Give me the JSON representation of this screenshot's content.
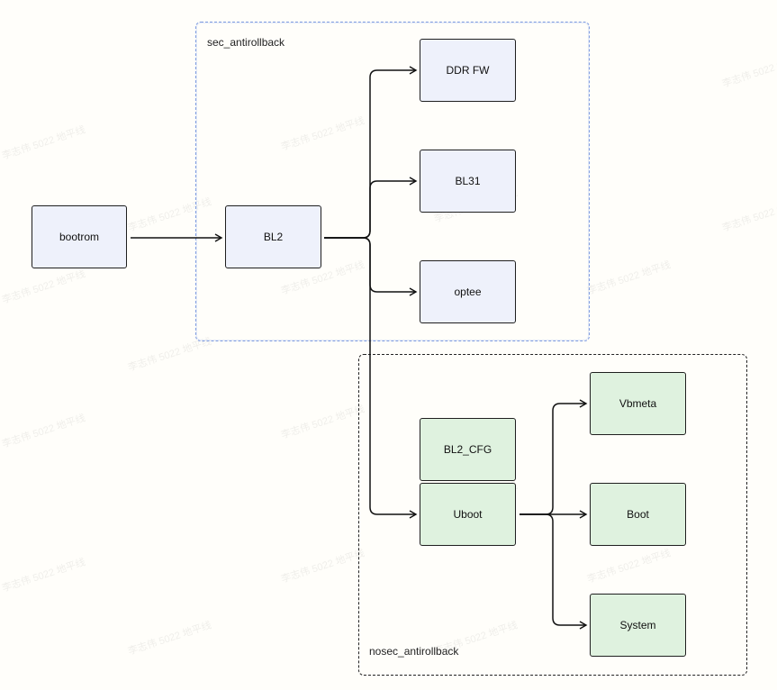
{
  "groups": {
    "sec": {
      "label": "sec_antirollback"
    },
    "nosec": {
      "label": "nosec_antirollback"
    }
  },
  "nodes": {
    "bootrom": "bootrom",
    "bl2": "BL2",
    "ddr_fw": "DDR FW",
    "bl31": "BL31",
    "optee": "optee",
    "bl2_cfg": "BL2_CFG",
    "uboot": "Uboot",
    "vbmeta": "Vbmeta",
    "boot": "Boot",
    "system": "System"
  },
  "watermark": "李志伟 5022 地平线",
  "colors": {
    "blue_fill": "#eef1fb",
    "green_fill": "#dff2df",
    "sec_border": "#7f9ce0",
    "nosec_border": "#222222"
  }
}
